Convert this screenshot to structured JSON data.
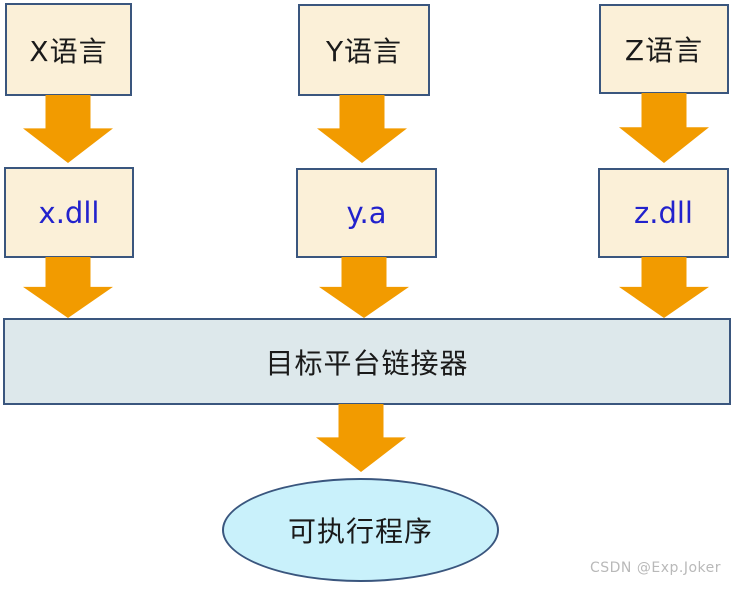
{
  "diagram": {
    "colors": {
      "box_fill": "#FBF0D8",
      "box_border": "#3A567E",
      "arrow": "#F29B00",
      "linker_fill": "#DDE8EB",
      "ellipse_fill": "#C9F1FB",
      "lib_text": "#2222CC",
      "text": "#1a1a1a",
      "background": "#ffffff"
    },
    "sources": [
      {
        "label": "X语言"
      },
      {
        "label": "Y语言"
      },
      {
        "label": "Z语言"
      }
    ],
    "artifacts": [
      {
        "label": "x.dll"
      },
      {
        "label": "y.a"
      },
      {
        "label": "z.dll"
      }
    ],
    "linker": {
      "label": "目标平台链接器"
    },
    "output": {
      "label": "可执行程序"
    }
  },
  "watermark": {
    "text": "CSDN @Exp.Joker"
  }
}
